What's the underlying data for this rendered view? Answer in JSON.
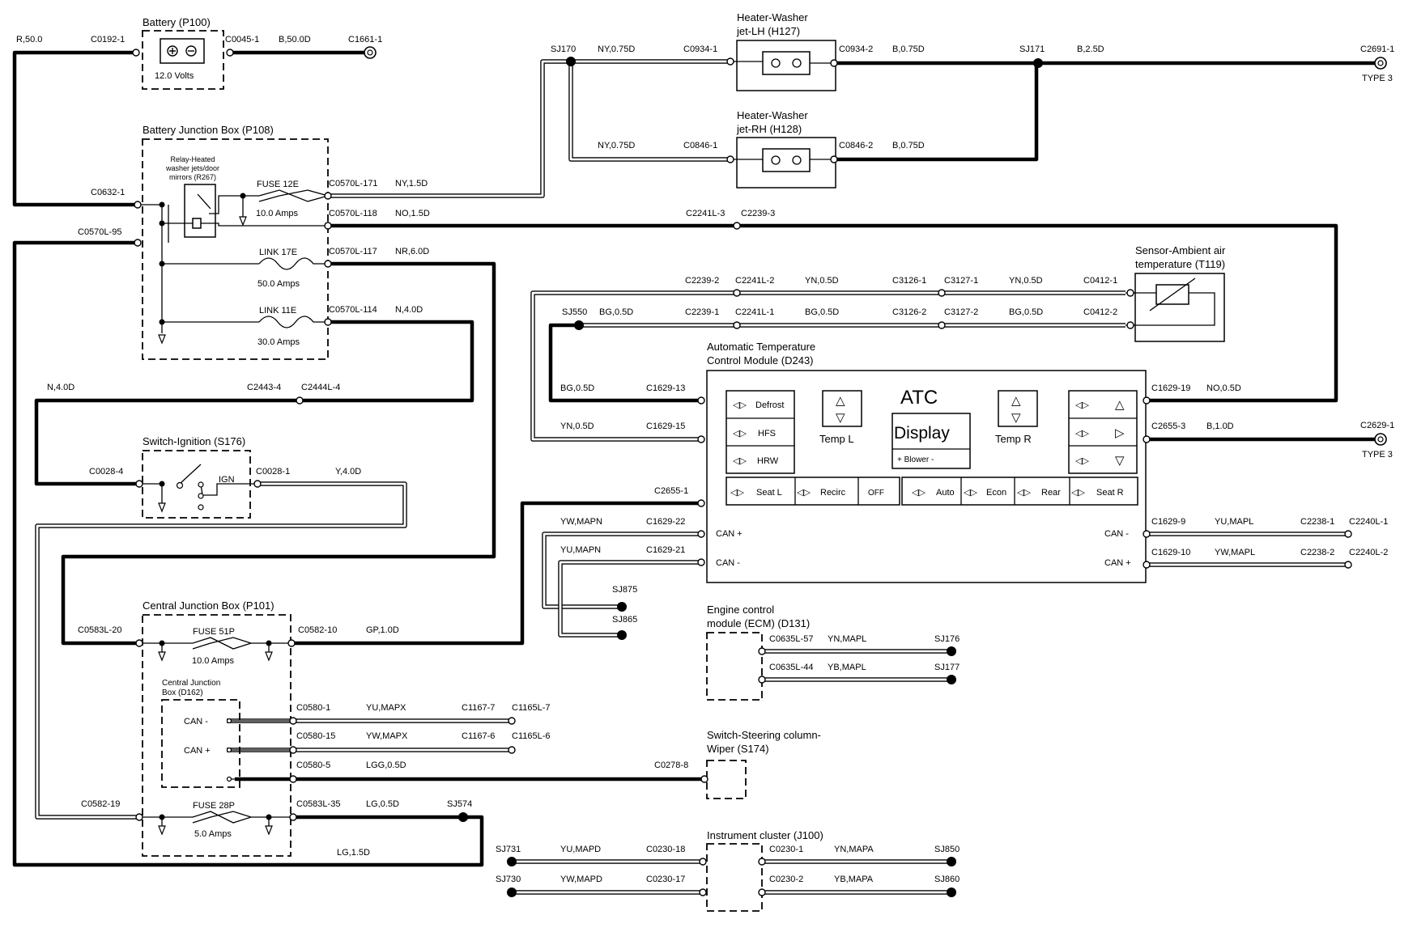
{
  "components": {
    "battery": {
      "title": "Battery (P100)",
      "voltage": "12.0 Volts"
    },
    "bjb": {
      "title": "Battery Junction Box (P108)",
      "relay_label": [
        "Relay-Heated",
        "washer jets/door",
        "mirrors (R267)"
      ]
    },
    "fuse_12e": {
      "name": "FUSE 12E",
      "rating": "10.0 Amps"
    },
    "link_17e": {
      "name": "LINK 17E",
      "rating": "50.0 Amps"
    },
    "link_11e": {
      "name": "LINK 11E",
      "rating": "30.0 Amps"
    },
    "washer_lh": {
      "title1": "Heater-Washer",
      "title2": "jet-LH (H127)"
    },
    "washer_rh": {
      "title1": "Heater-Washer",
      "title2": "jet-RH (H128)"
    },
    "sensor": {
      "title1": "Sensor-Ambient air",
      "title2": "temperature (T119)"
    },
    "atc_module": {
      "title1": "Automatic Temperature",
      "title2": "Control Module (D243)",
      "logo": "ATC",
      "display": "Display",
      "blower": "+  Blower  -",
      "temp_l": "Temp L",
      "temp_r": "Temp R",
      "btn_defrost": "Defrost",
      "btn_hfs": "HFS",
      "btn_hrw": "HRW",
      "btn_seat_l": "Seat L",
      "btn_recirc": "Recirc",
      "btn_off": "OFF",
      "btn_auto": "Auto",
      "btn_econ": "Econ",
      "btn_rear": "Rear",
      "btn_seat_r": "Seat R",
      "can_plus_l": "CAN +",
      "can_minus_l": "CAN -",
      "can_minus_r": "CAN -",
      "can_plus_r": "CAN +"
    },
    "ignition": {
      "title": "Switch-Ignition (S176)",
      "ign": "IGN"
    },
    "cjb": {
      "title": "Central Junction Box (P101)",
      "inner_title": [
        "Central Junction",
        "Box (D162)"
      ],
      "can_minus": "CAN -",
      "can_plus": "CAN +"
    },
    "fuse_51p": {
      "name": "FUSE 51P",
      "rating": "10.0 Amps"
    },
    "fuse_28p": {
      "name": "FUSE 28P",
      "rating": "5.0 Amps"
    },
    "ecm": {
      "title1": "Engine control",
      "title2": "module (ECM) (D131)"
    },
    "steering": {
      "title1": "Switch-Steering column-",
      "title2": "Wiper (S174)"
    },
    "cluster": {
      "title": "Instrument cluster (J100)"
    }
  },
  "labels": {
    "w_r50": "R,50.0",
    "c0192_1": "C0192-1",
    "c0045_1": "C0045-1",
    "w_b50d": "B,50.0D",
    "c1661_1": "C1661-1",
    "sj170": "SJ170",
    "w_ny075d_1": "NY,0.75D",
    "c0934_1": "C0934-1",
    "c0934_2": "C0934-2",
    "w_b075d_1": "B,0.75D",
    "sj171": "SJ171",
    "w_b25d": "B,2.5D",
    "c2691_1": "C2691-1",
    "type3_a": "TYPE 3",
    "w_ny075d_2": "NY,0.75D",
    "c0846_1": "C0846-1",
    "c0846_2": "C0846-2",
    "w_b075d_2": "B,0.75D",
    "c0632_1": "C0632-1",
    "c0570l_171": "C0570L-171",
    "w_ny15d": "NY,1.5D",
    "c0570l_118": "C0570L-118",
    "w_no15d": "NO,1.5D",
    "c2241l_3": "C2241L-3",
    "c2239_3": "C2239-3",
    "c0570l_95": "C0570L-95",
    "c0570l_117": "C0570L-117",
    "w_nr60d": "NR,6.0D",
    "c0570l_114": "C0570L-114",
    "w_n40d_1": "N,4.0D",
    "c2239_2": "C2239-2",
    "c2241l_2": "C2241L-2",
    "w_yn05d_1": "YN,0.5D",
    "c3126_1": "C3126-1",
    "c3127_1": "C3127-1",
    "w_yn05d_2": "YN,0.5D",
    "c0412_1": "C0412-1",
    "sj550": "SJ550",
    "w_bg05d_1": "BG,0.5D",
    "c2239_1": "C2239-1",
    "c2241l_1": "C2241L-1",
    "w_bg05d_2": "BG,0.5D",
    "c3126_2": "C3126-2",
    "c3127_2": "C3127-2",
    "w_bg05d_3": "BG,0.5D",
    "c0412_2": "C0412-2",
    "w_n40d_2": "N,4.0D",
    "c2443_4": "C2443-4",
    "c2444l_4": "C2444L-4",
    "w_bg05d_4": "BG,0.5D",
    "c1629_13": "C1629-13",
    "c1629_19": "C1629-19",
    "w_no05d": "NO,0.5D",
    "w_yn05d_3": "YN,0.5D",
    "c1629_15": "C1629-15",
    "c2655_3": "C2655-3",
    "w_b10d": "B,1.0D",
    "c2629_1": "C2629-1",
    "type3_b": "TYPE 3",
    "c0028_4": "C0028-4",
    "c0028_1": "C0028-1",
    "w_y40d": "Y,4.0D",
    "c2655_1": "C2655-1",
    "w_ywmapn": "YW,MAPN",
    "c1629_22": "C1629-22",
    "w_yumapn": "YU,MAPN",
    "c1629_21": "C1629-21",
    "c1629_9": "C1629-9",
    "w_yumapl": "YU,MAPL",
    "c2238_1": "C2238-1",
    "c2240l_1": "C2240L-1",
    "c1629_10": "C1629-10",
    "w_ywmapl": "YW,MAPL",
    "c2238_2": "C2238-2",
    "c2240l_2": "C2240L-2",
    "sj875": "SJ875",
    "sj865": "SJ865",
    "c0583l_20": "C0583L-20",
    "c0582_10": "C0582-10",
    "w_gp10d": "GP,1.0D",
    "c0635l_57": "C0635L-57",
    "w_ynmapl": "YN,MAPL",
    "sj176": "SJ176",
    "c0635l_44": "C0635L-44",
    "w_ybmapl": "YB,MAPL",
    "sj177": "SJ177",
    "c0580_1": "C0580-1",
    "w_yumapx": "YU,MAPX",
    "c1167_7": "C1167-7",
    "c1165l_7": "C1165L-7",
    "c0580_15": "C0580-15",
    "w_ywmapx": "YW,MAPX",
    "c1167_6": "C1167-6",
    "c1165l_6": "C1165L-6",
    "c0580_5": "C0580-5",
    "w_lgg05d": "LGG,0.5D",
    "c0278_8": "C0278-8",
    "c0582_19": "C0582-19",
    "c0583l_35": "C0583L-35",
    "w_lg05d": "LG,0.5D",
    "sj574": "SJ574",
    "w_lg15d": "LG,1.5D",
    "sj731": "SJ731",
    "w_yumapd": "YU,MAPD",
    "c0230_18": "C0230-18",
    "c0230_1": "C0230-1",
    "w_ynmapa": "YN,MAPA",
    "sj850": "SJ850",
    "sj730": "SJ730",
    "w_ywmapd": "YW,MAPD",
    "c0230_17": "C0230-17",
    "c0230_2": "C0230-2",
    "w_ybmapa": "YB,MAPA",
    "sj860": "SJ860"
  }
}
